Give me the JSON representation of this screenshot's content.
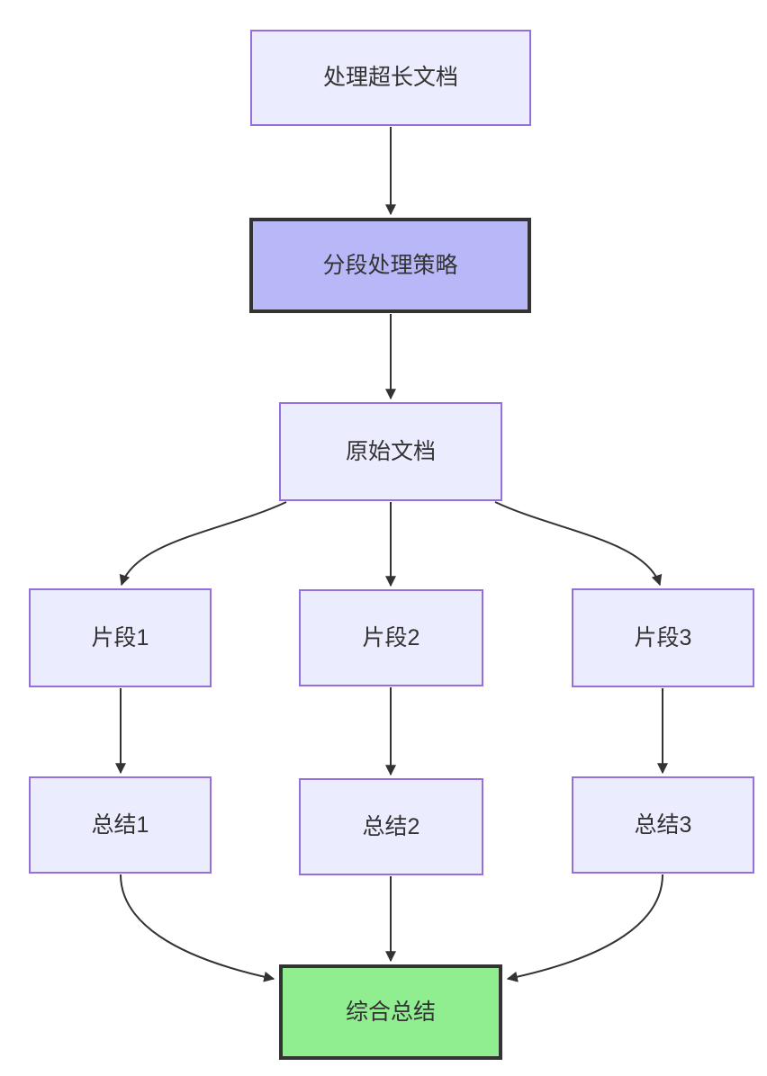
{
  "diagram": {
    "type": "flowchart",
    "direction": "top-down",
    "nodes": [
      {
        "id": "start",
        "label": "处理超长文档",
        "style": "default"
      },
      {
        "id": "strategy",
        "label": "分段处理策略",
        "style": "emphasis"
      },
      {
        "id": "doc",
        "label": "原始文档",
        "style": "default"
      },
      {
        "id": "chunk1",
        "label": "片段1",
        "style": "default"
      },
      {
        "id": "chunk2",
        "label": "片段2",
        "style": "default"
      },
      {
        "id": "chunk3",
        "label": "片段3",
        "style": "default"
      },
      {
        "id": "summary1",
        "label": "总结1",
        "style": "default"
      },
      {
        "id": "summary2",
        "label": "总结2",
        "style": "default"
      },
      {
        "id": "summary3",
        "label": "总结3",
        "style": "default"
      },
      {
        "id": "final",
        "label": "综合总结",
        "style": "success"
      }
    ],
    "edges": [
      {
        "from": "处理超长文档",
        "to": "分段处理策略"
      },
      {
        "from": "分段处理策略",
        "to": "原始文档"
      },
      {
        "from": "原始文档",
        "to": "片段1"
      },
      {
        "from": "原始文档",
        "to": "片段2"
      },
      {
        "from": "原始文档",
        "to": "片段3"
      },
      {
        "from": "片段1",
        "to": "总结1"
      },
      {
        "from": "片段2",
        "to": "总结2"
      },
      {
        "from": "片段3",
        "to": "总结3"
      },
      {
        "from": "总结1",
        "to": "综合总结"
      },
      {
        "from": "总结2",
        "to": "综合总结"
      },
      {
        "from": "总结3",
        "to": "综合总结"
      }
    ],
    "colors": {
      "node_fill": "#ECECFF",
      "node_border": "#9370DB",
      "emphasis_fill": "#B8B8F8",
      "emphasis_border": "#333333",
      "success_fill": "#90EE90",
      "success_border": "#333333",
      "edge": "#333333",
      "text": "#333333",
      "background": "#FFFFFF"
    }
  }
}
